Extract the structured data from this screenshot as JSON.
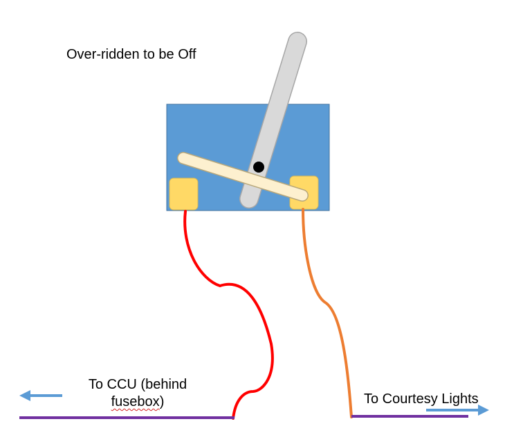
{
  "switch_state_label": "Over-ridden to be Off",
  "left_destination": {
    "line1": "To CCU (behind",
    "line2_word": "fusebox",
    "line2_suffix": ")"
  },
  "right_destination": {
    "label": "To Courtesy Lights"
  },
  "colors": {
    "switch_body": "#5b9bd5",
    "lever": "#d9d9d9",
    "contact_bar": "#fdf0cf",
    "terminals": "#ffd966",
    "pivot": "#000000",
    "wire_left": "#ff0000",
    "wire_right": "#ed7d31",
    "bus_lines": "#7030a0",
    "arrows": "#5b9bd5",
    "spell_check_underline": "#d42020"
  }
}
